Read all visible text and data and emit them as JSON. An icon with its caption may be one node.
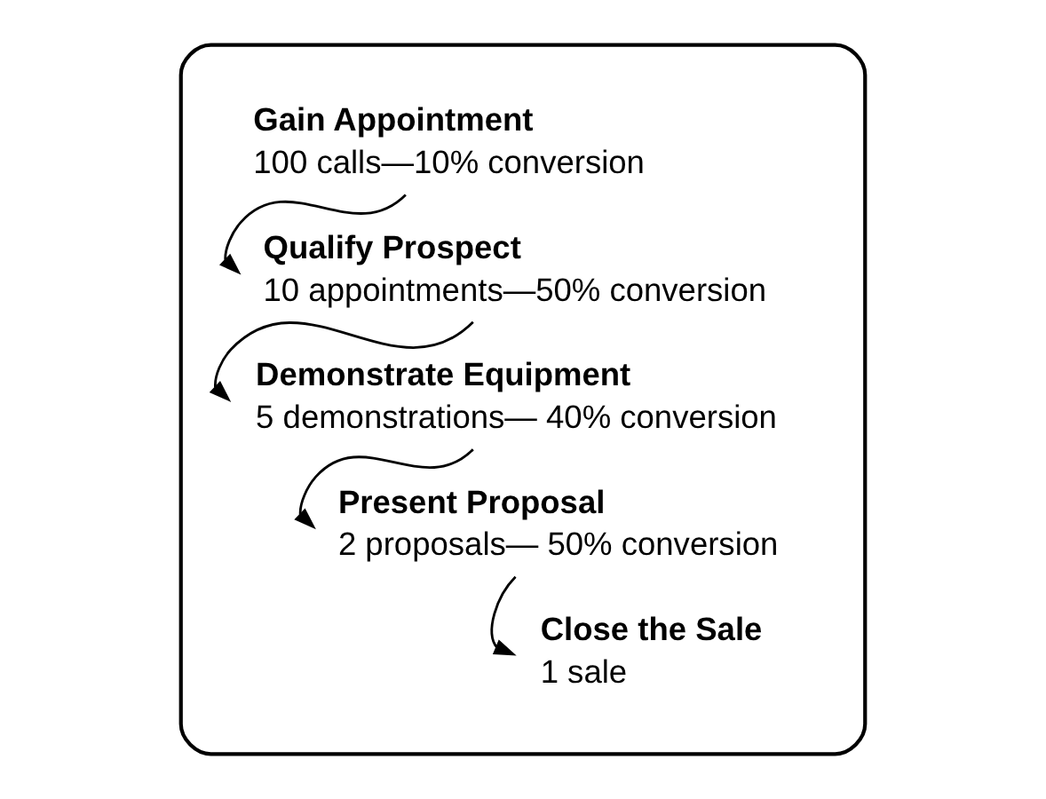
{
  "diagram": {
    "nodes": [
      {
        "text": [],
        "shape": "funnel"
      },
      {
        "text": [
          "Gain Appointment",
          "100 calls—10% conversion"
        ],
        "in": 0
      },
      {
        "text": [
          "Qualify Prospect",
          "10 appointments—50% conversion"
        ],
        "in": 0
      },
      {
        "text": [
          "Demonstrate Equipment",
          "5 demonstrations— 40% conversion"
        ],
        "in": 0
      },
      {
        "text": [
          "Present Proposal",
          "2 proposals— 50% conversion"
        ],
        "in": 0
      },
      {
        "text": [
          "Close the Sale",
          "1 sale"
        ],
        "in": 0
      }
    ],
    "edges": [
      {
        "from": 1,
        "to": 2,
        "arrow": "to"
      },
      {
        "from": 2,
        "to": 3,
        "arrow": "to"
      },
      {
        "from": 3,
        "to": 4,
        "arrow": "to"
      },
      {
        "from": 4,
        "to": 5,
        "arrow": "to"
      }
    ]
  }
}
